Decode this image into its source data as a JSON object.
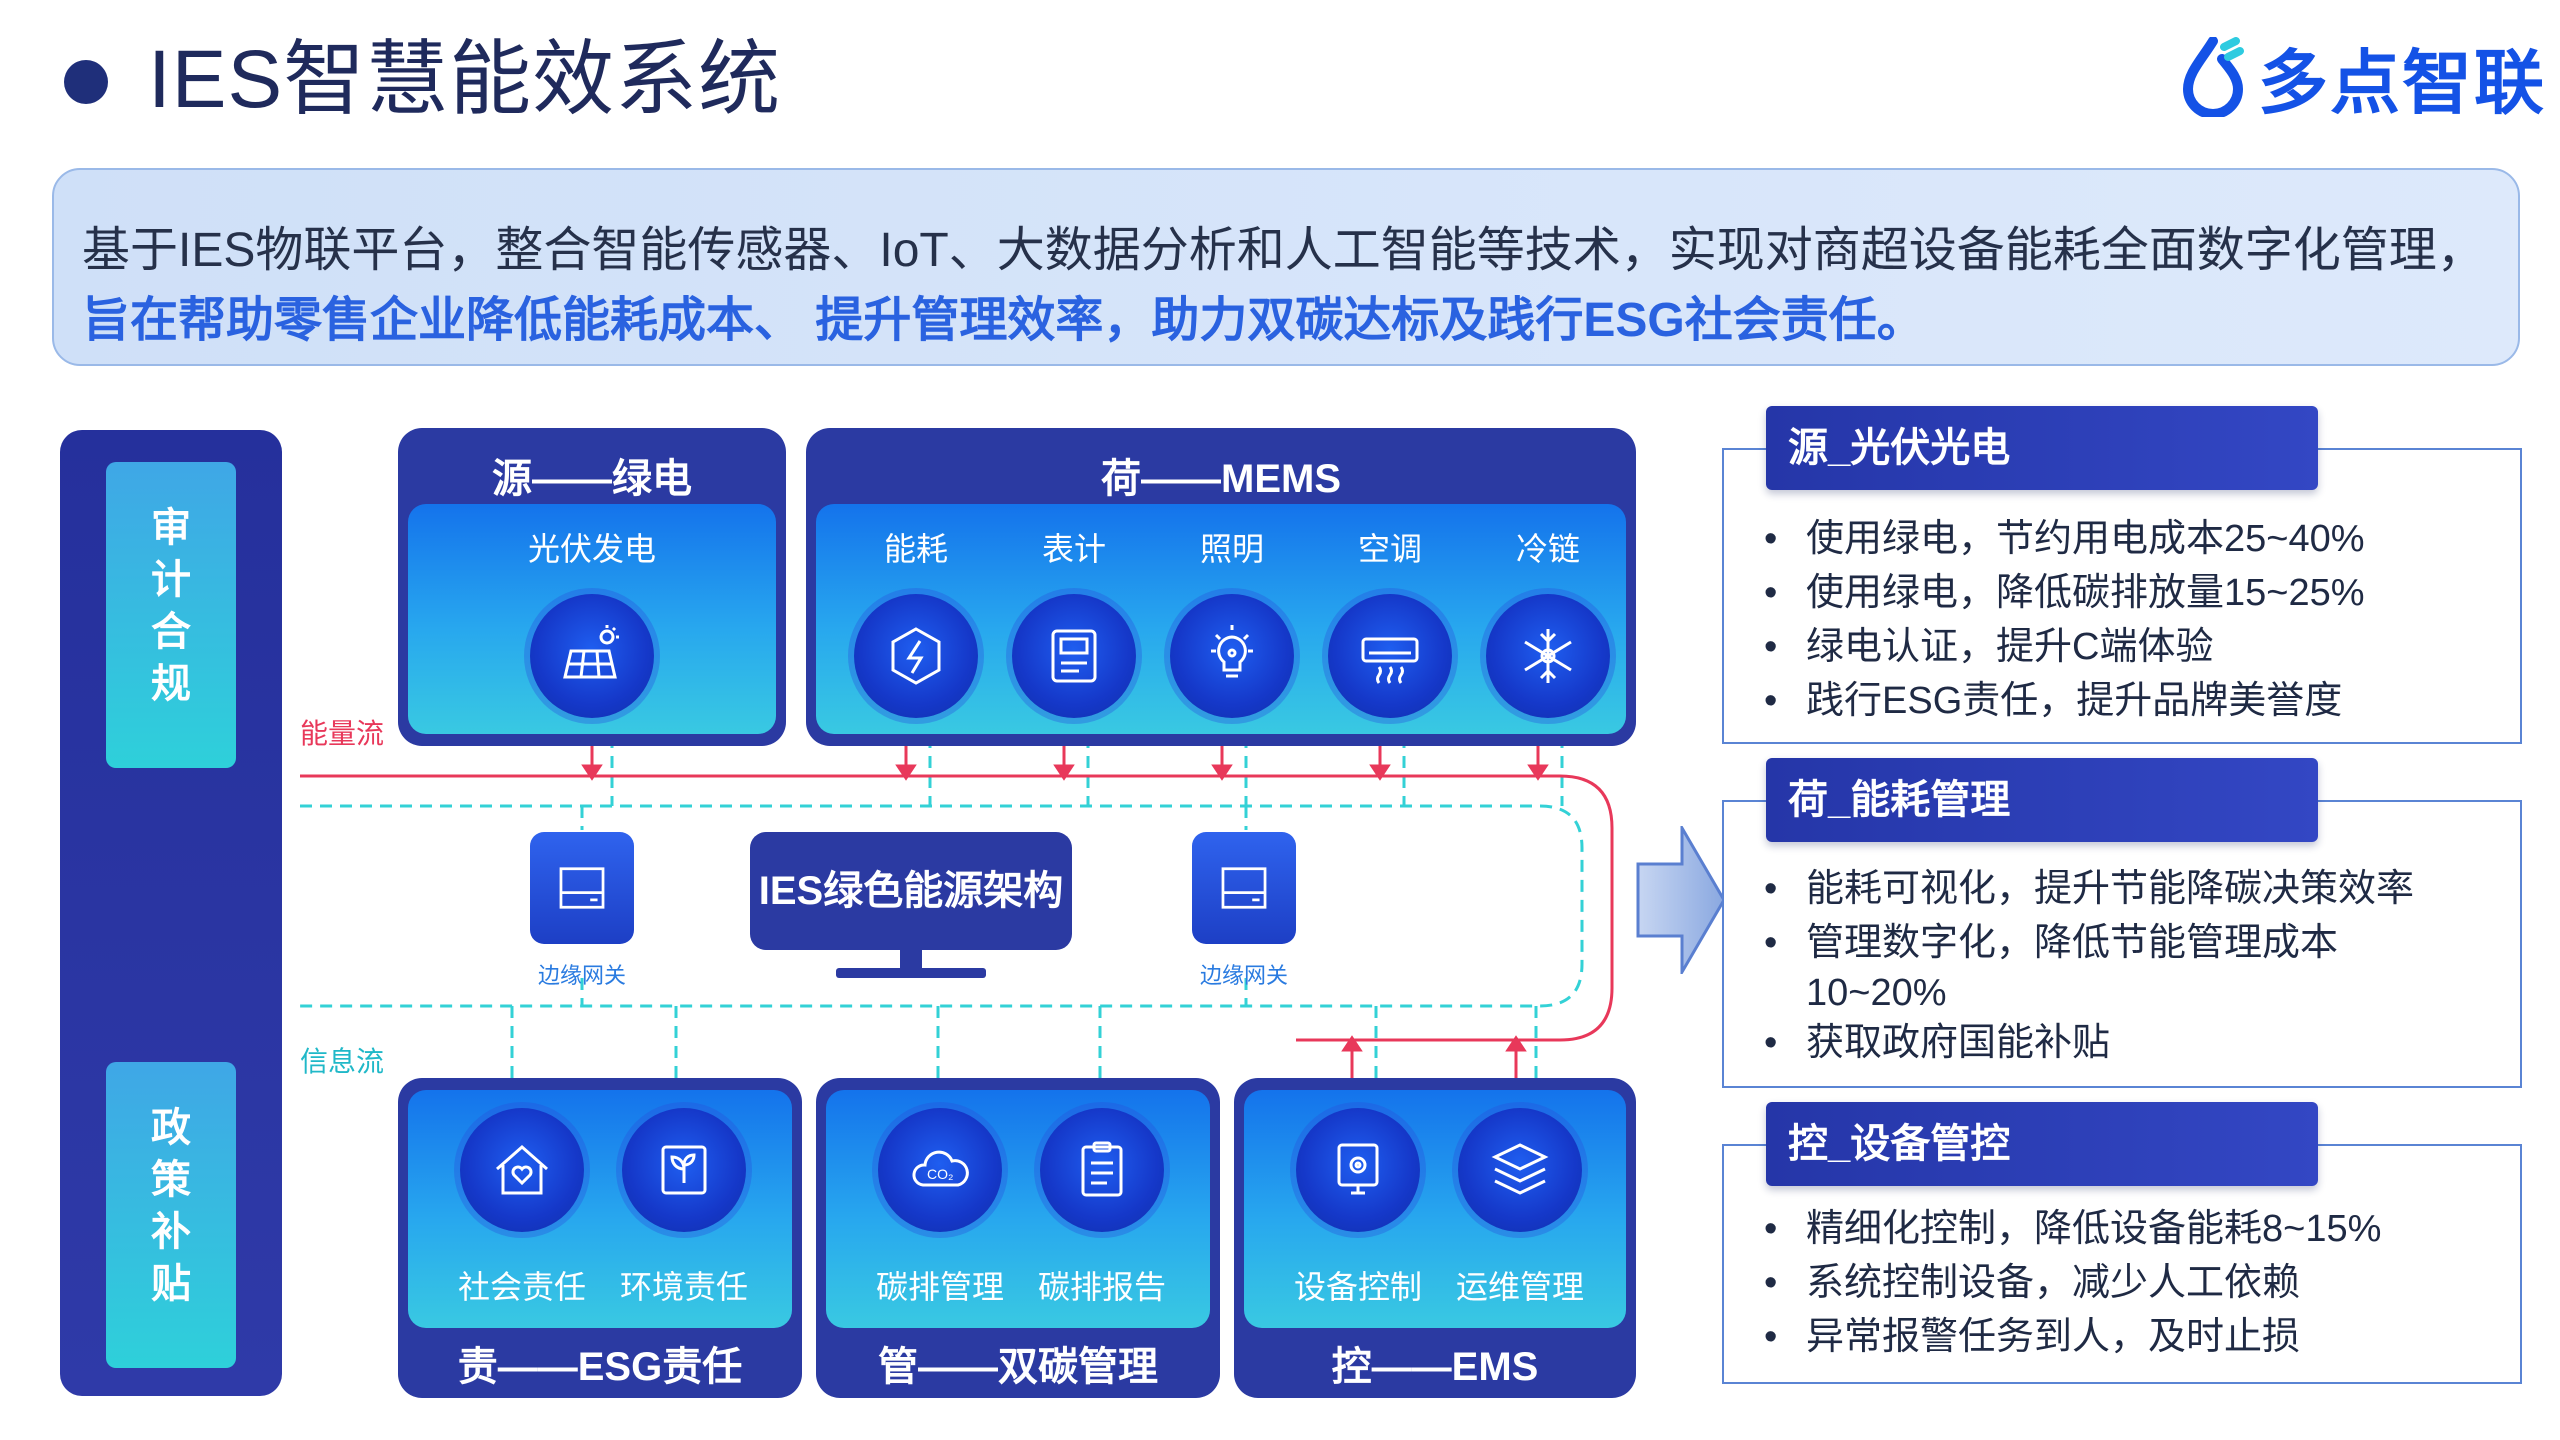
{
  "header": {
    "title": "IES智慧能效系统",
    "logo_text": "多点智联"
  },
  "intro": {
    "line1": "基于IES物联平台，整合智能传感器、IoT、大数据分析和人工智能等技术，实现对商超设备能耗全面数字化管理，",
    "line2": "旨在帮助零售企业降低能耗成本、 提升管理效率，助力双碳达标及践行ESG社会责任。"
  },
  "left_column": {
    "audit": "审\n计\n合\n规",
    "policy": "政\n策\n补\n贴"
  },
  "source_block": {
    "title": "源——绿电",
    "items": [
      "光伏发电"
    ]
  },
  "load_block": {
    "title": "荷——MEMS",
    "items": [
      "能耗",
      "表计",
      "照明",
      "空调",
      "冷链"
    ]
  },
  "flows": {
    "energy": "能量流",
    "info": "信息流"
  },
  "center": {
    "label": "IES绿色能源架构",
    "gateway_left": "边缘网关",
    "gateway_right": "边缘网关"
  },
  "esg_block": {
    "title": "责——ESG责任",
    "items": [
      "社会责任",
      "环境责任"
    ]
  },
  "carbon_block": {
    "title": "管——双碳管理",
    "items": [
      "碳排管理",
      "碳排报告"
    ]
  },
  "ems_block": {
    "title": "控——EMS",
    "items": [
      "设备控制",
      "运维管理"
    ]
  },
  "cards": [
    {
      "title": "源_光伏光电",
      "bullets": [
        "使用绿电，节约用电成本25~40%",
        "使用绿电，降低碳排放量15~25%",
        "绿电认证，提升C端体验",
        "践行ESG责任，提升品牌美誉度"
      ]
    },
    {
      "title": "荷_能耗管理",
      "bullets": [
        "能耗可视化，提升节能降碳决策效率",
        "管理数字化，降低节能管理成本",
        "获取政府国能补贴"
      ],
      "continuation": "10~20%"
    },
    {
      "title": "控_设备管控",
      "bullets": [
        "精细化控制，降低设备能耗8~15%",
        "系统控制设备，减少人工依赖",
        "异常报警任务到人，及时止损"
      ]
    }
  ],
  "colors": {
    "navy": "#2b3aa2",
    "energy_line": "#e8385a",
    "info_line": "#33d1d6",
    "accent_blue": "#2a62e0"
  }
}
